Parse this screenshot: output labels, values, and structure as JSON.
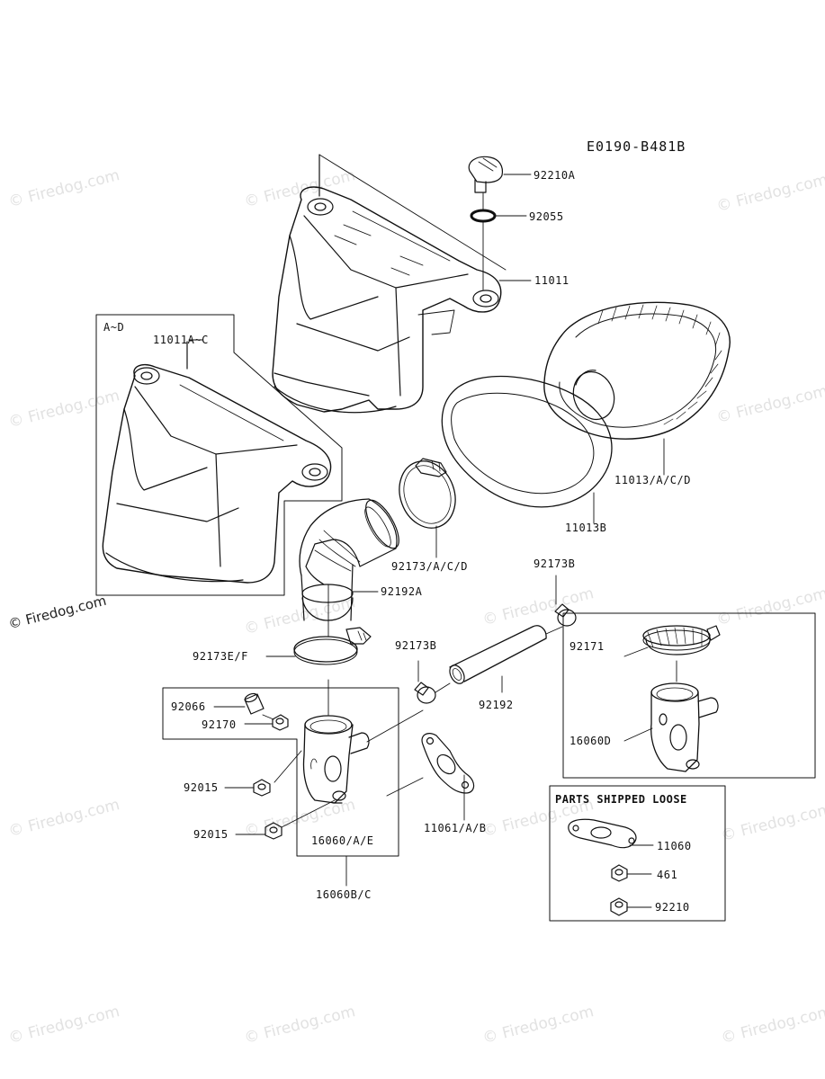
{
  "diagram": {
    "code": "E0190-B481B",
    "inset_variant_label": "A~D",
    "parts_loose_title": "PARTS SHIPPED LOOSE"
  },
  "labels": {
    "p92210A": "92210A",
    "p92055": "92055",
    "p11011": "11011",
    "p11011AC": "11011A~C",
    "p11013ACD": "11013/A/C/D",
    "p11013B": "11013B",
    "p92173ACD": "92173/A/C/D",
    "p92192A": "92192A",
    "p92173B_top": "92173B",
    "p92173EF": "92173E/F",
    "p92173B_mid": "92173B",
    "p92192": "92192",
    "p92171": "92171",
    "p16060D": "16060D",
    "p92066": "92066",
    "p92170": "92170",
    "p92015_a": "92015",
    "p92015_b": "92015",
    "p16060AE": "16060/A/E",
    "p11061AB": "11061/A/B",
    "p16060BC": "16060B/C",
    "p11060": "11060",
    "p461": "461",
    "p92210": "92210"
  },
  "watermark": {
    "text": "© Firedog.com"
  }
}
